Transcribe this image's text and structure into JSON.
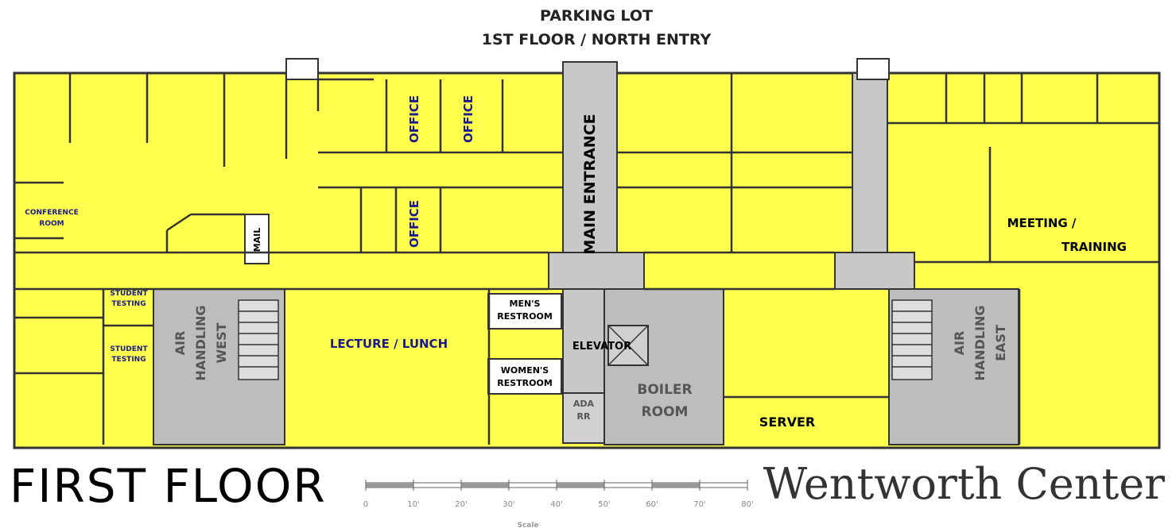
{
  "header": {
    "line1": "PARKING LOT",
    "line2": "1ST FLOOR / NORTH ENTRY"
  },
  "rooms": {
    "conference_1": "CONFERENCE",
    "conference_2": "ROOM",
    "office_1": "OFFICE",
    "office_2": "OFFICE",
    "office_3": "OFFICE",
    "mail": "MAIL",
    "main_entrance": "MAIN ENTRANCE",
    "meeting_1": "MEETING /",
    "meeting_2": "TRAINING",
    "student_testing_1a": "STUDENT",
    "student_testing_1b": "TESTING",
    "student_testing_2a": "STUDENT",
    "student_testing_2b": "TESTING",
    "air_west_1": "AIR",
    "air_west_2": "HANDLING",
    "air_west_3": "WEST",
    "lecture": "LECTURE / LUNCH",
    "mens_1": "MEN'S",
    "mens_2": "RESTROOM",
    "womens_1": "WOMEN'S",
    "womens_2": "RESTROOM",
    "elevator": "ELEVATOR",
    "ada_1": "ADA",
    "ada_2": "RR",
    "boiler_1": "BOILER",
    "boiler_2": "ROOM",
    "server": "SERVER",
    "air_east_1": "AIR",
    "air_east_2": "HANDLING",
    "air_east_3": "EAST"
  },
  "scale": {
    "ticks": [
      "0",
      "10'",
      "20'",
      "30'",
      "40'",
      "50'",
      "60'",
      "70'",
      "80'"
    ],
    "caption": "Scale"
  },
  "footer": {
    "floor": "FIRST FLOOR",
    "building": "Wentworth Center"
  },
  "colors": {
    "room": "#ffff4d",
    "corridor": "#c8c8c8",
    "wall": "#333333",
    "utility": "#bdbdbd"
  }
}
